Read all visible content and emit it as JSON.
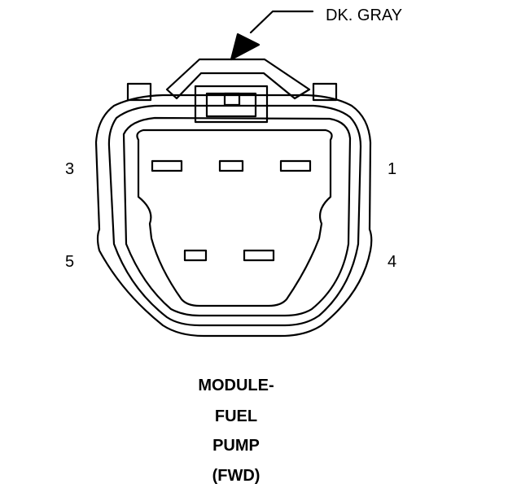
{
  "color_label": "DK. GRAY",
  "pins": {
    "p3": "3",
    "p1": "1",
    "p5": "5",
    "p4": "4"
  },
  "title_lines": [
    "MODULE-",
    "FUEL",
    "PUMP",
    "(FWD)"
  ],
  "colors": {
    "line": "#000000",
    "background": "#ffffff"
  }
}
